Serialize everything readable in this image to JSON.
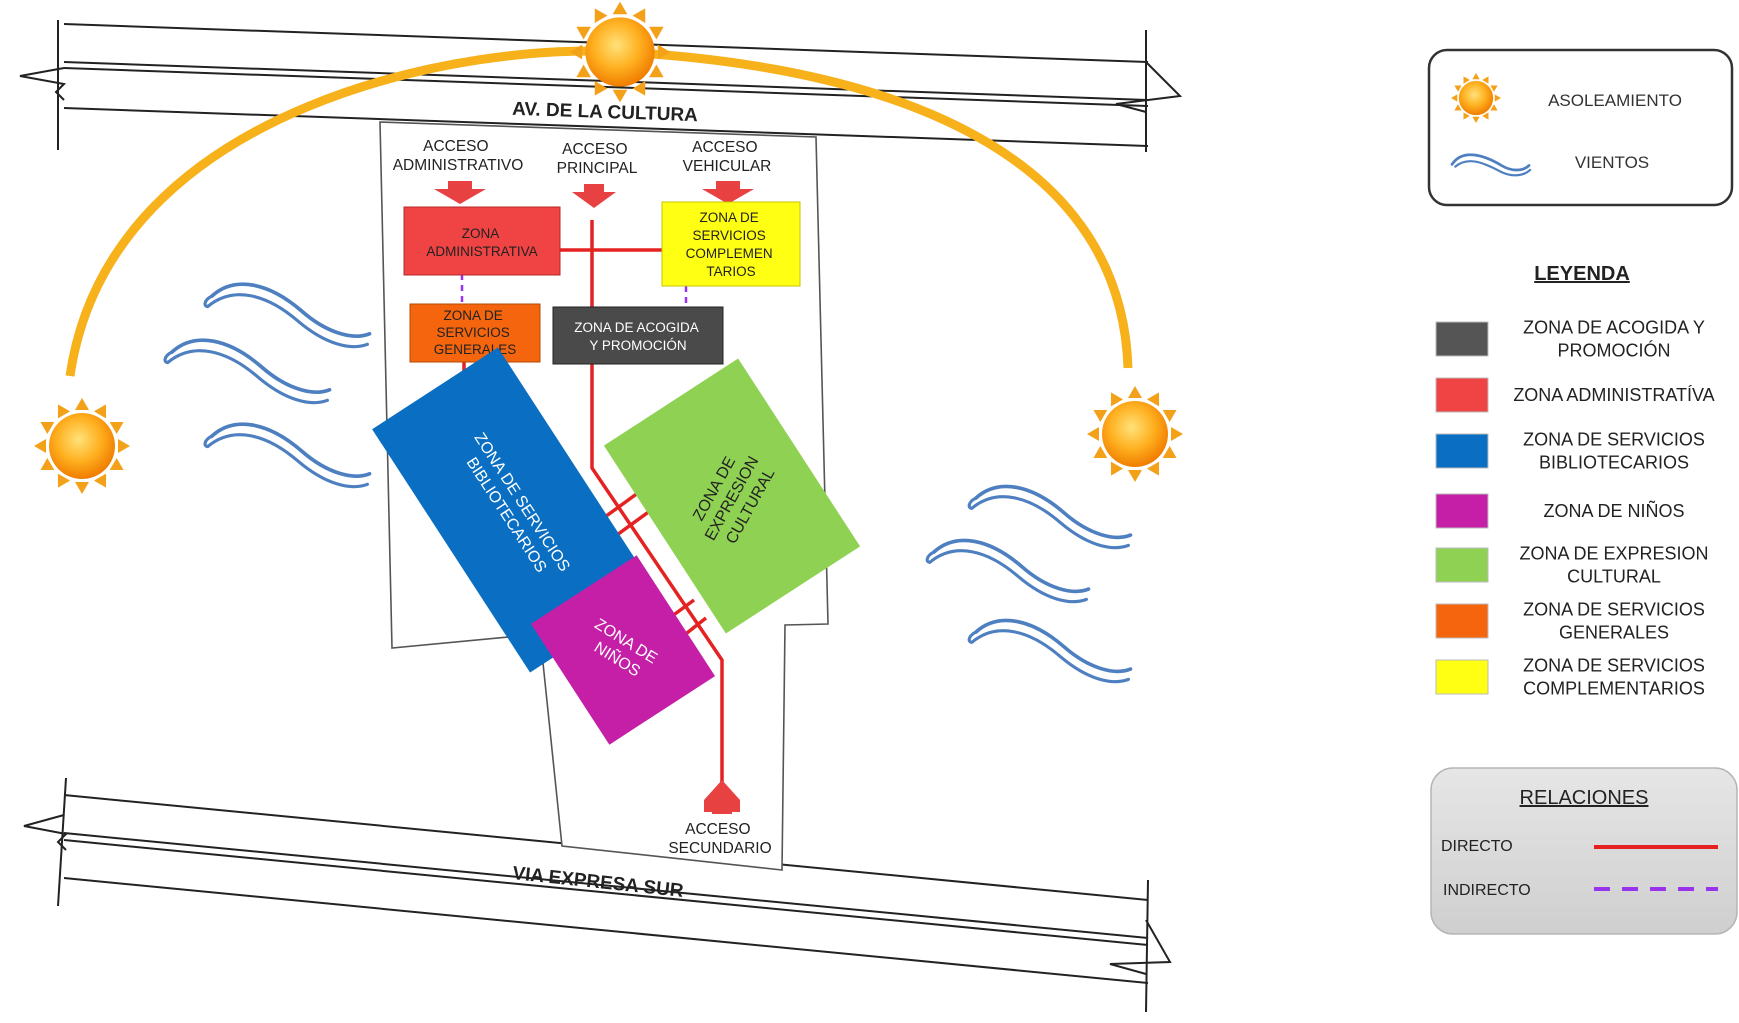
{
  "streets": {
    "top": "AV. DE LA CULTURA",
    "bottom": "VIA EXPRESA SUR"
  },
  "accesses": {
    "administrativo": [
      "ACCESO",
      "ADMINISTRATIVO"
    ],
    "principal": [
      "ACCESO",
      "PRINCIPAL"
    ],
    "vehicular": [
      "ACCESO",
      "VEHICULAR"
    ],
    "secundario": [
      "ACCESO",
      "SECUNDARIO"
    ]
  },
  "zones": {
    "administrativa": [
      "ZONA",
      "ADMINISTRATIVA"
    ],
    "complementarios": [
      "ZONA DE",
      "SERVICIOS",
      "COMPLEMEN",
      "TARIOS"
    ],
    "generales": [
      "ZONA DE",
      "SERVICIOS",
      "GENERALES"
    ],
    "acogida": [
      "ZONA DE ACOGIDA",
      "Y PROMOCIÓN"
    ],
    "bibliotecarios": [
      "ZONA DE SERVICIOS",
      "BIBLIOTECARIOS"
    ],
    "expresion": [
      "ZONA DE",
      "EXPRESION",
      "CULTURAL"
    ],
    "ninos": [
      "ZONA DE",
      "NIÑOS"
    ]
  },
  "climate_legend": {
    "sun": "ASOLEAMIENTO",
    "wind": "VIENTOS"
  },
  "legend": {
    "title": "LEYENDA",
    "items": [
      {
        "color": "#555555",
        "lines": [
          "ZONA DE ACOGIDA Y",
          "PROMOCIÓN"
        ]
      },
      {
        "color": "#f04343",
        "lines": [
          "ZONA ADMINISTRATÍVA"
        ]
      },
      {
        "color": "#0a6fc2",
        "lines": [
          "ZONA DE SERVICIOS",
          "BIBLIOTECARIOS"
        ]
      },
      {
        "color": "#c41fa6",
        "lines": [
          "ZONA DE NIÑOS"
        ]
      },
      {
        "color": "#8fd152",
        "lines": [
          "ZONA DE EXPRESION",
          "CULTURAL"
        ]
      },
      {
        "color": "#f4650d",
        "lines": [
          "ZONA DE SERVICIOS",
          "GENERALES"
        ]
      },
      {
        "color": "#ffff14",
        "lines": [
          "ZONA DE SERVICIOS",
          "COMPLEMENTARIOS"
        ]
      }
    ]
  },
  "relations": {
    "title": "RELACIONES",
    "direct": "DIRECTO",
    "indirect": "INDIRECTO",
    "direct_color": "#e52222",
    "indirect_color": "#9933ee"
  },
  "colors": {
    "sun_arc": "#f7b11b",
    "wind": "#4e7fc0",
    "acogida": "#4a4a4a",
    "administrativa": "#f04343",
    "bibliotecarios": "#0a6fc2",
    "ninos": "#c41fa6",
    "expresion": "#8fd152",
    "generales": "#f4650d",
    "complementarios": "#ffff14"
  }
}
